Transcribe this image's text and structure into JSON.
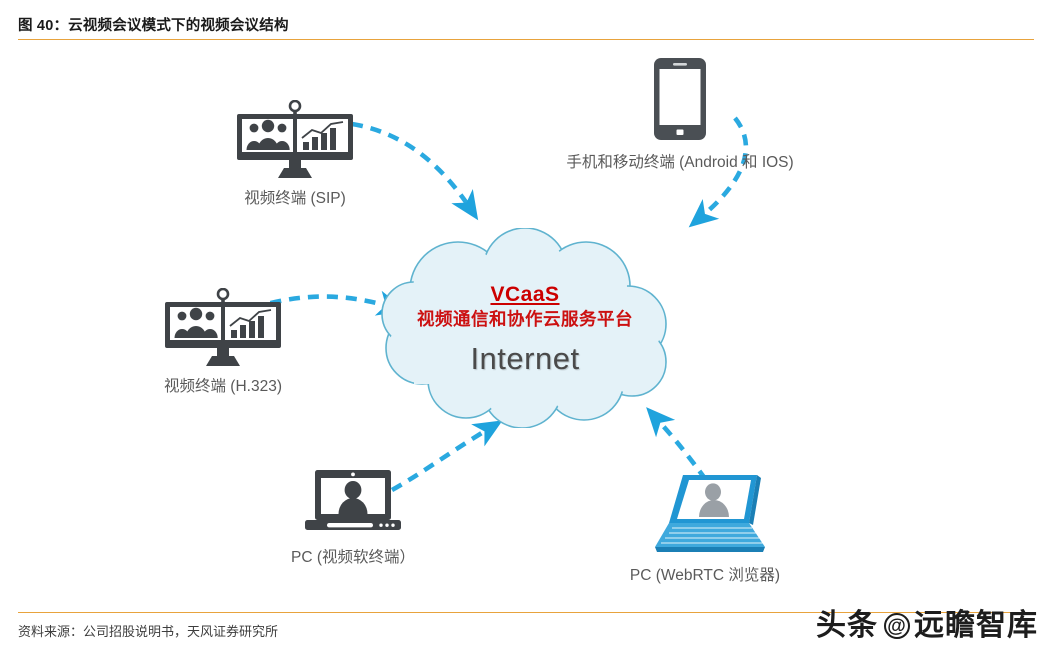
{
  "figure": {
    "title": "图 40：云视频会议模式下的视频会议结构",
    "source": "资料来源：公司招股说明书，天风证券研究所",
    "rule_color": "#e8a33d"
  },
  "watermark": {
    "brand": "头条",
    "at": "@",
    "account": "远瞻智库"
  },
  "cloud": {
    "name": "VCaaS",
    "subtitle": "视频通信和协作云服务平台",
    "network": "Internet",
    "fill_color": "#e4f2f8",
    "stroke_color": "#5fb3cf",
    "title_color": "#cc0000",
    "network_color": "#4a4a4a"
  },
  "nodes": [
    {
      "id": "node-sip",
      "icon": "video-conference-monitor-icon",
      "label": "视频终端 (SIP)"
    },
    {
      "id": "node-h323",
      "icon": "video-conference-monitor-icon",
      "label": "视频终端 (H.323)"
    },
    {
      "id": "node-mobile",
      "icon": "mobile-tablet-icon",
      "label": "手机和移动终端 (Android 和 IOS)"
    },
    {
      "id": "node-pc-soft",
      "icon": "laptop-person-icon",
      "label": "PC (视频软终端）"
    },
    {
      "id": "node-webrtc",
      "icon": "blue-laptop-icon",
      "label": "PC (WebRTC 浏览器)"
    }
  ],
  "connections": [
    {
      "from": "视频终端 (SIP)",
      "to": "Internet",
      "style": "dashed-arrow",
      "color": "#2aa9e0"
    },
    {
      "from": "手机和移动终端 (Android 和 IOS)",
      "to": "Internet",
      "style": "dashed-arrow",
      "color": "#2aa9e0"
    },
    {
      "from": "视频终端 (H.323)",
      "to": "Internet",
      "style": "dashed-arrow",
      "color": "#2aa9e0"
    },
    {
      "from": "PC (视频软终端）",
      "to": "Internet",
      "style": "dashed-arrow",
      "color": "#2aa9e0"
    },
    {
      "from": "PC (WebRTC 浏览器)",
      "to": "Internet",
      "style": "dashed-arrow",
      "color": "#2aa9e0"
    }
  ]
}
